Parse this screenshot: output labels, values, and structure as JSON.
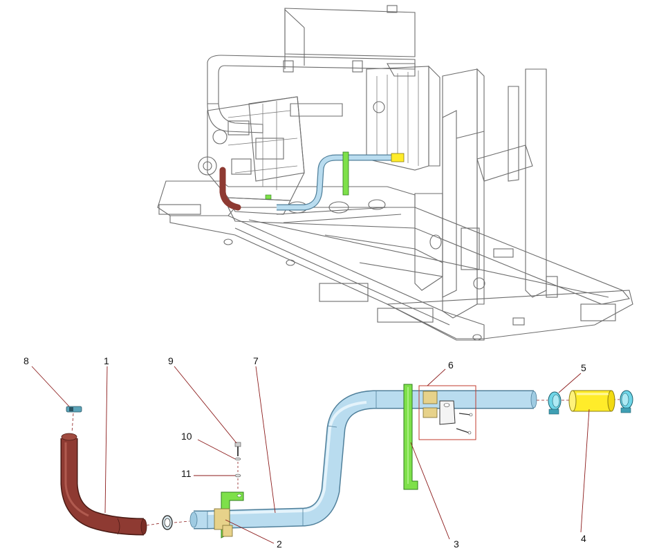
{
  "callouts": [
    {
      "id": "8",
      "text": "8"
    },
    {
      "id": "1",
      "text": "1"
    },
    {
      "id": "9",
      "text": "9"
    },
    {
      "id": "7",
      "text": "7"
    },
    {
      "id": "6",
      "text": "6"
    },
    {
      "id": "5",
      "text": "5"
    },
    {
      "id": "10",
      "text": "10"
    },
    {
      "id": "11",
      "text": "11"
    },
    {
      "id": "2",
      "text": "2"
    },
    {
      "id": "3",
      "text": "3"
    },
    {
      "id": "4",
      "text": "4"
    }
  ],
  "colors": {
    "exhaust_pipe": "#8e3a32",
    "tube": "#b9dcef",
    "tube_edge": "#4f7f9a",
    "bracket": "#7ee04a",
    "bracket_edge": "#2f7d1c",
    "clamp": "#6fd6e8",
    "coupler": "#ffec2a",
    "saddle": "#e7d28a",
    "frame_line": "#6b6b6b",
    "highlight_box": "#c0392b"
  }
}
